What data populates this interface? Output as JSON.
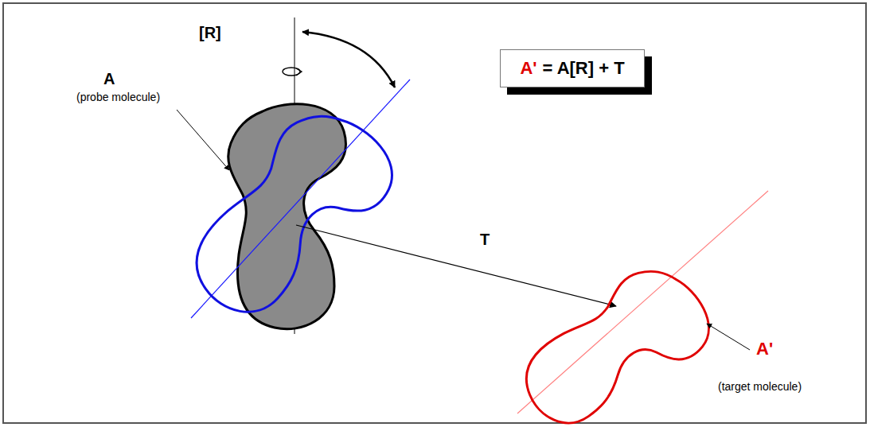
{
  "diagram": {
    "nodes": [
      {
        "text": [
          "A'",
          "= A[R] + T"
        ]
      }
    ],
    "labels": [
      "[R]",
      "A",
      "(probe molecule)",
      "T",
      "A'",
      "(target molecule)"
    ]
  }
}
